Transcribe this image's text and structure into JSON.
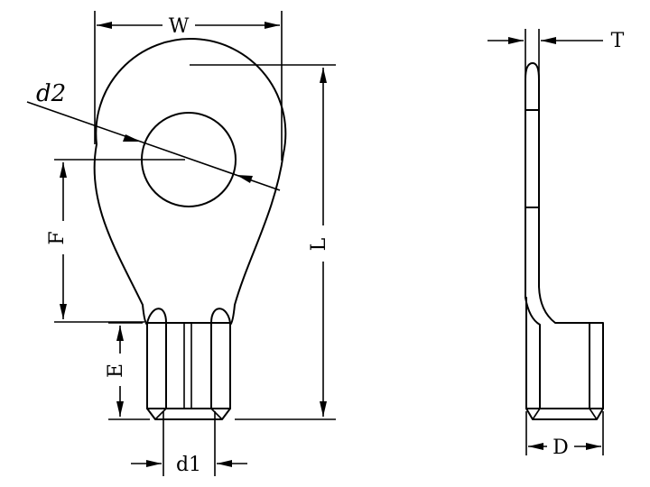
{
  "labels": {
    "W": "W",
    "d2": "d2",
    "F": "F",
    "L": "L",
    "E": "E",
    "d1": "d1",
    "T": "T",
    "D": "D"
  }
}
